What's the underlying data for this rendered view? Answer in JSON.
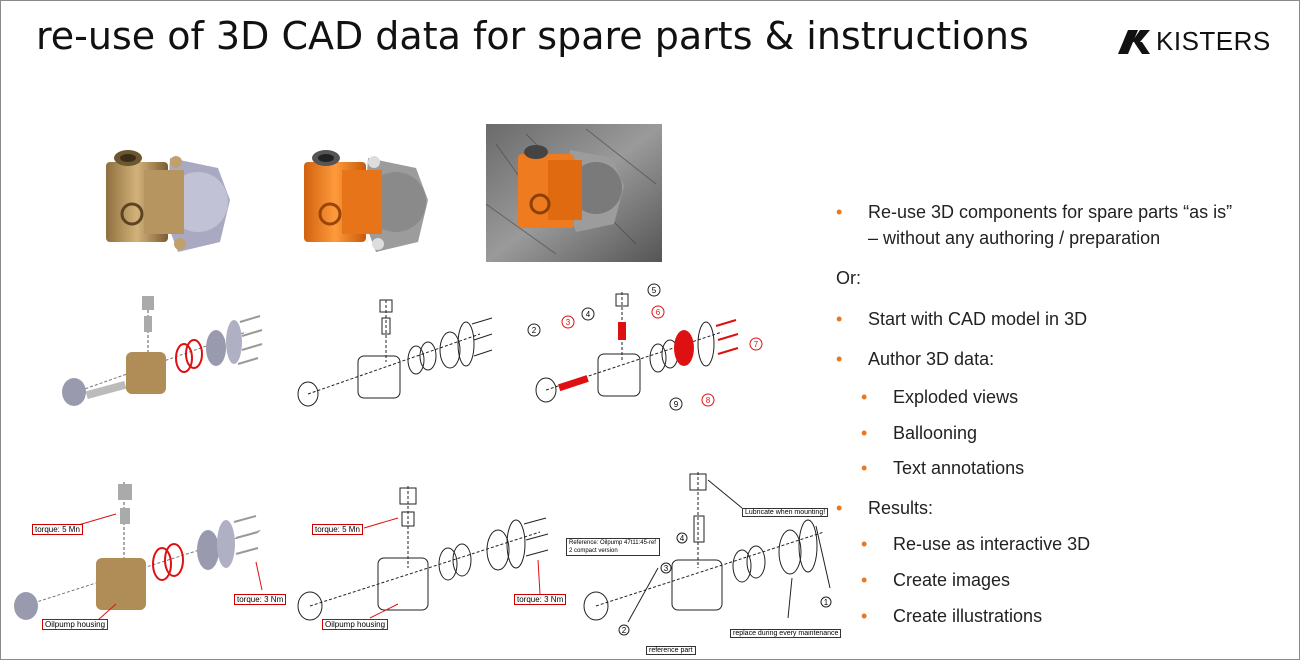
{
  "slide": {
    "title": "re-use of 3D CAD data for spare parts & instructions",
    "logo_text": "KISTERS"
  },
  "bullets": {
    "b1_line1": "Re-use 3D components for spare parts “as is”",
    "b1_line2": "– without any authoring / preparation",
    "or": "Or:",
    "b2": "Start with CAD model in 3D",
    "b3": "Author 3D data:",
    "b3a": "Exploded views",
    "b3b": "Ballooning",
    "b3c": "Text annotations",
    "b4": "Results:",
    "b4a": "Re-use as interactive 3D",
    "b4b": "Create images",
    "b4c": "Create illustrations",
    "bullet_char": "•"
  },
  "illustration": {
    "balloons": [
      "2",
      "3",
      "4",
      "5",
      "6",
      "7",
      "8",
      "9"
    ],
    "r3_left": {
      "torque_top": "torque: 5 Mn",
      "torque_right": "torque: 3 Nm",
      "housing": "Oilpump housing"
    },
    "r3_mid": {
      "torque_top": "torque: 5 Mn",
      "torque_right": "torque: 3 Nm",
      "housing": "Oilpump housing"
    },
    "r3_right": {
      "lubricate": "Lubricate when mounting!",
      "reference": "Reference: Oilpump 47t11:45-ref 2 compact version",
      "replace": "replace during every maintenance",
      "ref_part": "reference part",
      "nums": [
        "4",
        "3",
        "2",
        "1"
      ]
    }
  },
  "colors": {
    "accent": "#e87722",
    "bronze": "#b08d57",
    "orange": "#f07c1e",
    "red": "#d11",
    "steel": "#9a9aae"
  }
}
